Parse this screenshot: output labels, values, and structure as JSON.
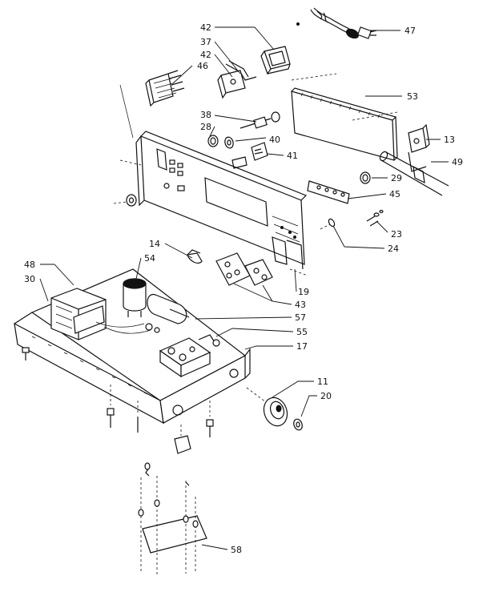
{
  "labels": {
    "p47": "47",
    "p42a": "42",
    "p37": "37",
    "p42b": "42",
    "p46": "46",
    "p53": "53",
    "p38": "38",
    "p28": "28",
    "p40": "40",
    "p41": "41",
    "p13": "13",
    "p49": "49",
    "p29": "29",
    "p45": "45",
    "p23": "23",
    "p24": "24",
    "p14": "14",
    "p54": "54",
    "p48": "48",
    "p30": "30",
    "p19": "19",
    "p43": "43",
    "p57": "57",
    "p55": "55",
    "p17": "17",
    "p11": "11",
    "p20": "20",
    "p58": "58"
  }
}
